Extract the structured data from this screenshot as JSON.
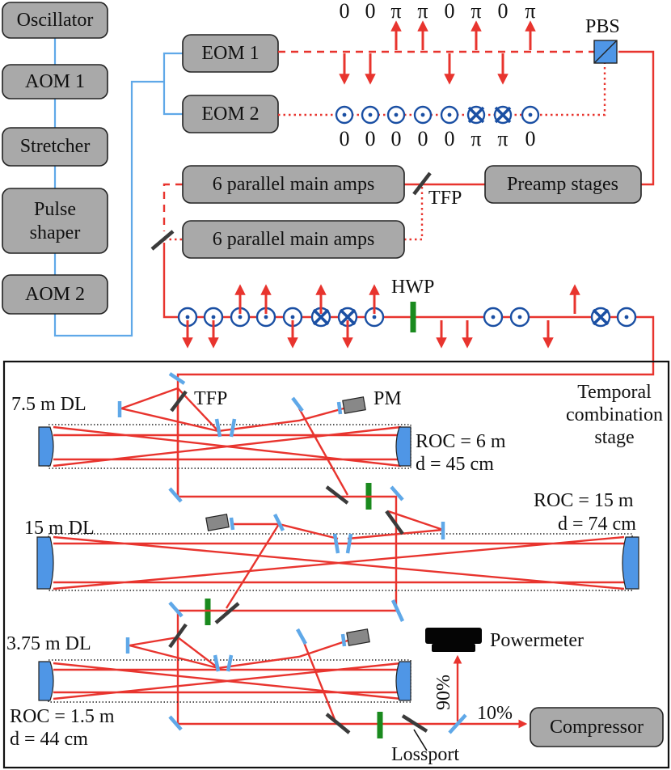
{
  "left_chain": {
    "oscillator": "Oscillator",
    "aom1": "AOM 1",
    "stretcher": "Stretcher",
    "pulse_shaper_line1": "Pulse",
    "pulse_shaper_line2": "shaper",
    "aom2": "AOM 2"
  },
  "modulators": {
    "eom1": "EOM 1",
    "eom2": "EOM 2",
    "pbs": "PBS"
  },
  "phase_top": [
    "0",
    "0",
    "π",
    "π",
    "0",
    "π",
    "0",
    "π"
  ],
  "phase_bottom": [
    "0",
    "0",
    "0",
    "0",
    "0",
    "π",
    "π",
    "0"
  ],
  "amplifiers": {
    "main_amp_a": "6 parallel main amps",
    "main_amp_b": "6 parallel main amps",
    "preamp": "Preamp stages",
    "tfp_label": "TFP"
  },
  "waveplate": {
    "hwp_label": "HWP"
  },
  "combination_stage": {
    "stage_line1": "Temporal",
    "stage_line2": "combination",
    "stage_line3": "stage",
    "dl1": "7.5 m DL",
    "tfp": "TFP",
    "pm": "PM",
    "roc1": "ROC = 6 m",
    "d1": "d = 45 cm",
    "dl2": "15 m DL",
    "roc2": "ROC = 15 m",
    "d2": "d = 74 cm",
    "dl3": "3.75 m DL",
    "roc3": "ROC = 1.5 m",
    "d3": "d = 44 cm",
    "powermeter": "Powermeter",
    "pct90": "90%",
    "pct10": "10%",
    "compressor": "Compressor",
    "lossport": "Lossport"
  },
  "colors": {
    "beam": "#e8342e",
    "fiber": "#5fa8e8",
    "mirror": "#4f96e6",
    "polarization": "#1a4fa3",
    "waveplate": "#1a8a1e",
    "box_fill": "#a9a9a9"
  }
}
